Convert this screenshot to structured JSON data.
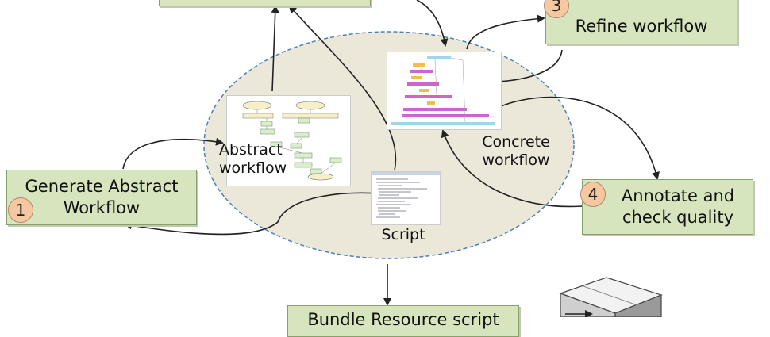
{
  "steps": {
    "generate": {
      "number": "1",
      "label": "Generate Abstract\nWorkflow"
    },
    "refine": {
      "number": "3",
      "label": "Refine workflow"
    },
    "annotate": {
      "number": "4",
      "label": "Annotate and\ncheck quality"
    },
    "bundle": {
      "label": "Bundle Resource script"
    }
  },
  "artifacts": {
    "abstract": "Abstract\nworkflow",
    "concrete": "Concrete\nworkflow",
    "script": "Script"
  },
  "colors": {
    "box_fill": "#d6e5bd",
    "ellipse_fill": "#ebe8da",
    "ellipse_stroke": "#4f7fb8",
    "badge_fill": "#f6c8a2"
  }
}
